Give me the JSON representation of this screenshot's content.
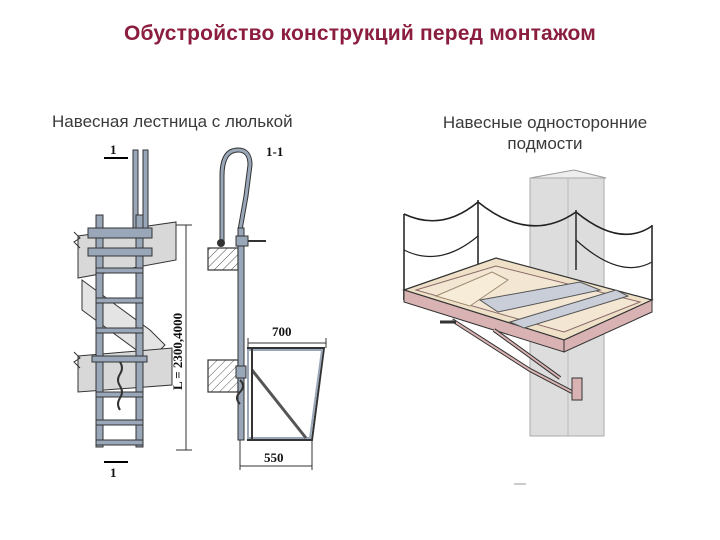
{
  "title": "Обустройство конструкций перед монтажом",
  "left_figure": {
    "caption": "Навесная  лестница  с  люлькой",
    "section_mark_top": "1",
    "section_mark_bottom": "1",
    "section_label": "1-1",
    "height_dimension": "L = 2300,4000",
    "width_top_dimension": "700",
    "width_bottom_dimension": "550"
  },
  "right_figure": {
    "caption_line1": "Навесные  односторонние",
    "caption_line2": "подмости"
  },
  "colors": {
    "title": "#8b1e3f",
    "ladder_fill": "#9aa7b8",
    "slab_fill": "#d8d8d8",
    "platform_fill": "#d9b3b3",
    "deck_fill": "#efe0c8",
    "column_fill": "#dddddd"
  }
}
